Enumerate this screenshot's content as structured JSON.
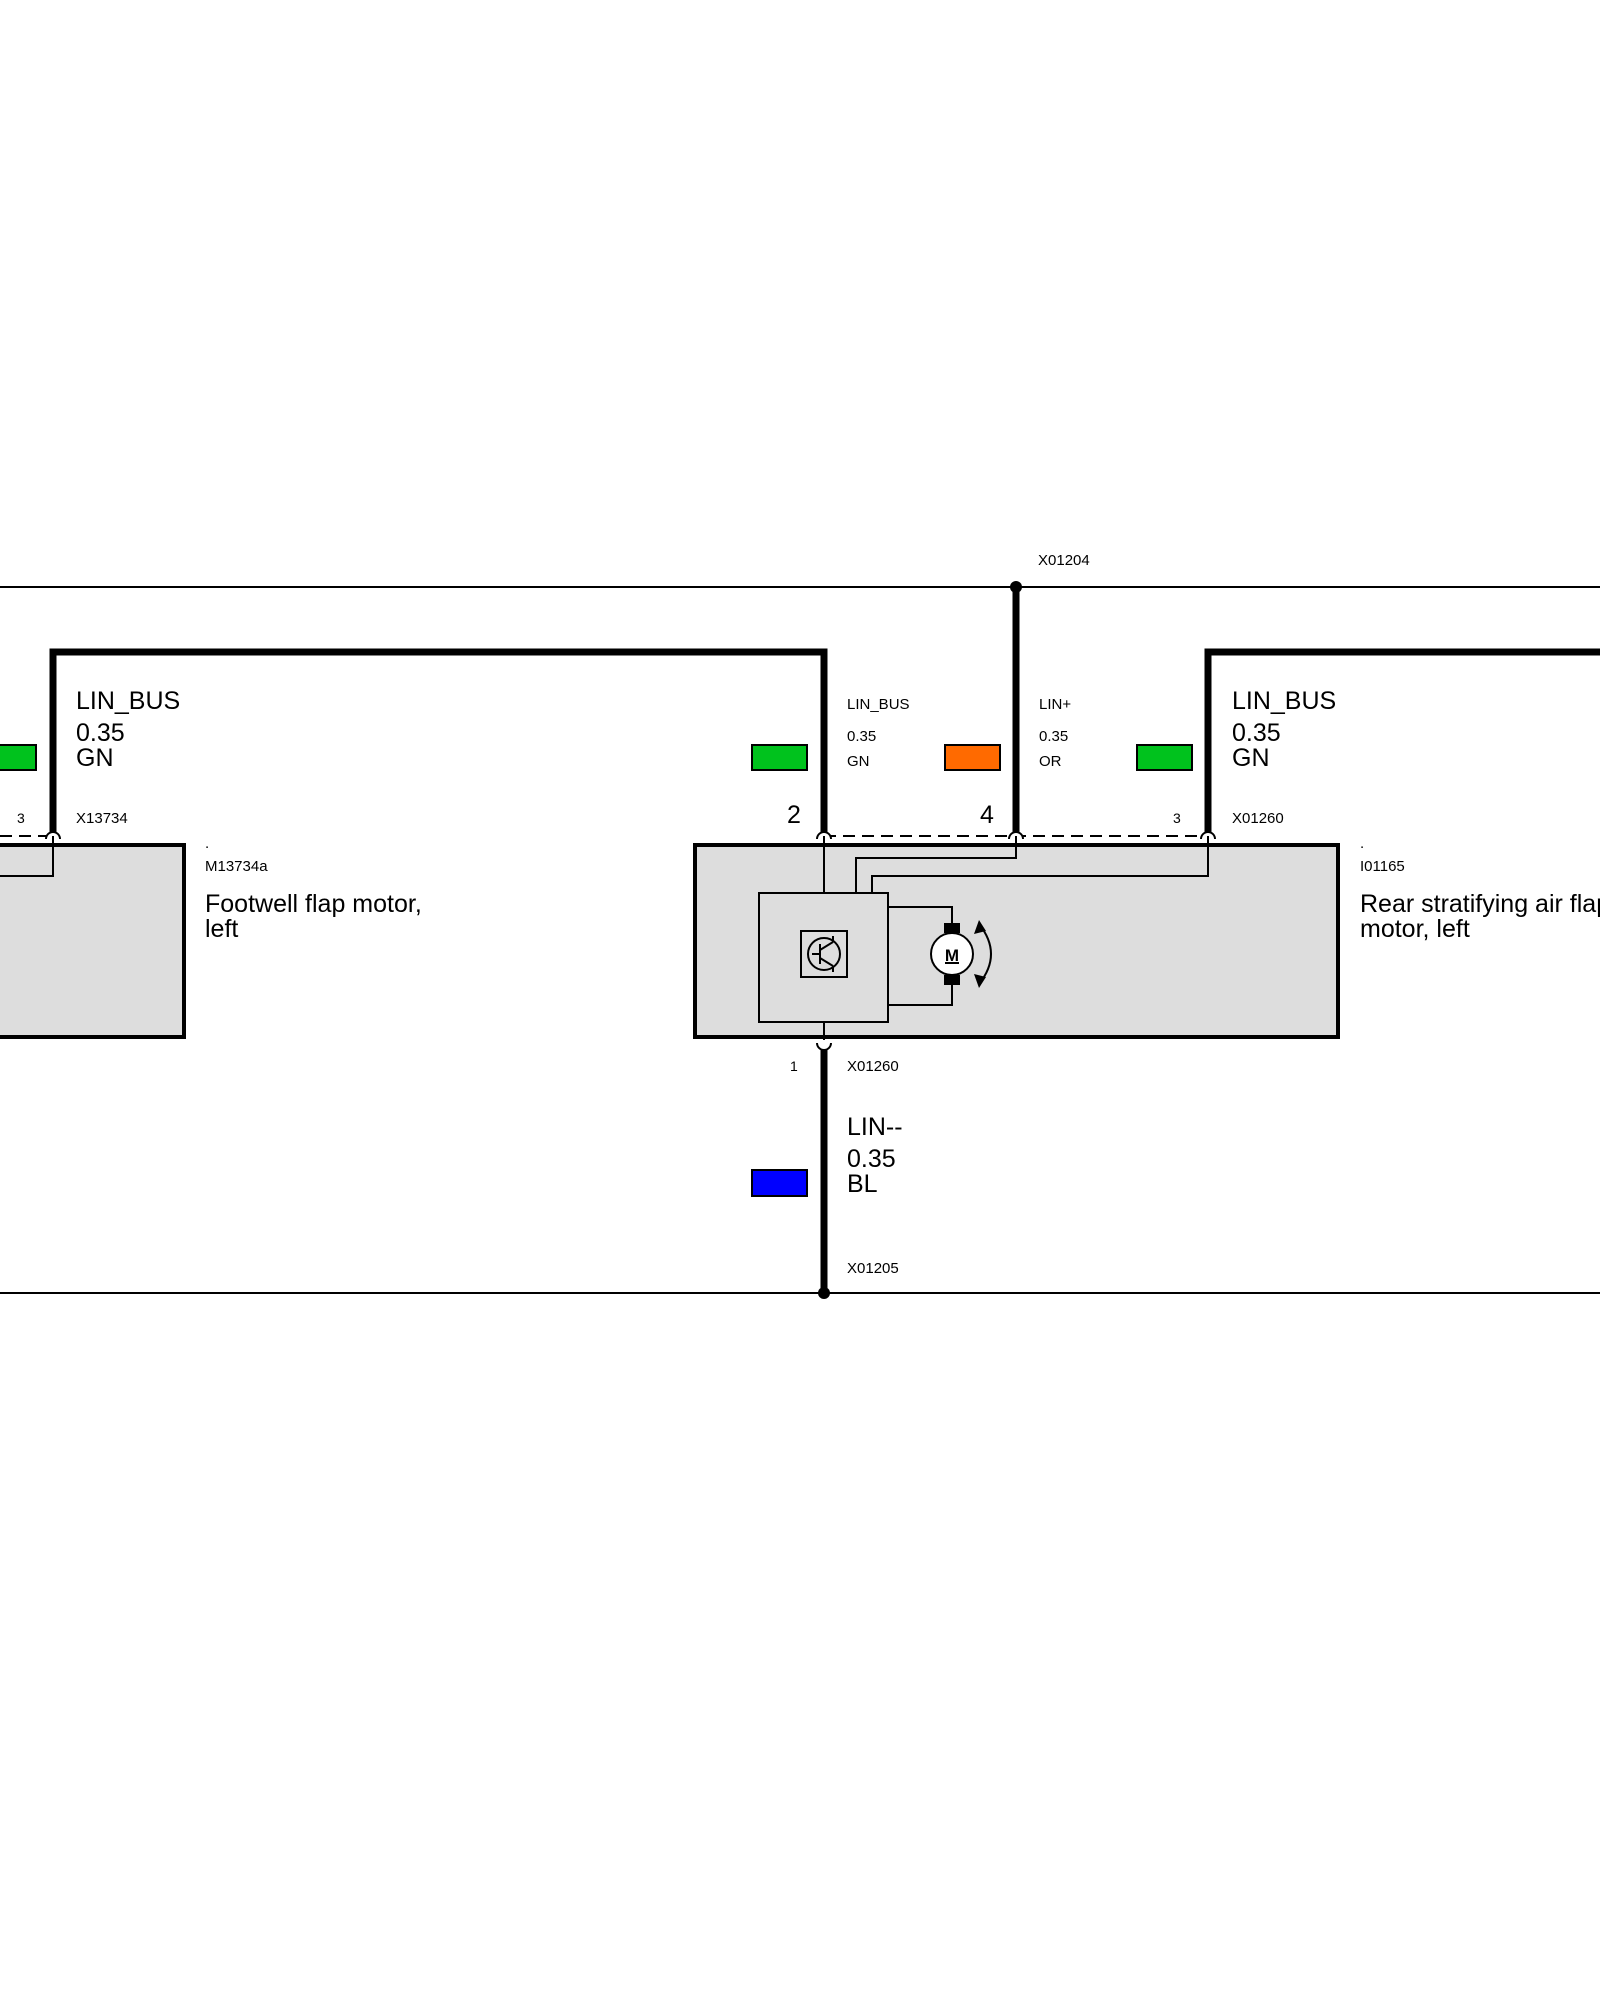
{
  "colors": {
    "GN": "#00c21d",
    "OR": "#ff6a00",
    "BL": "#0000ff",
    "component_fill": "#dddddd",
    "line": "#000000"
  },
  "buses": {
    "top_connector": "X01204",
    "bottom_connector": "X01205"
  },
  "components": {
    "left": {
      "dot": ".",
      "id": "M13734a",
      "name_line1": "Footwell flap motor,",
      "name_line2": "left",
      "connector": "X13734",
      "pin": "3"
    },
    "center": {
      "dot": ".",
      "id": "I01165",
      "name_line1": "Rear stratifying air flap",
      "name_line2": "motor, left",
      "connector_top": "X01260",
      "connector_bottom": "X01260",
      "pin_left": "2",
      "pin_mid": "4",
      "pin_right": "3",
      "pin_bottom": "1",
      "motor_symbol": "M"
    }
  },
  "wires": {
    "left_lin": {
      "signal": "LIN_BUS",
      "size": "0.35",
      "color": "GN"
    },
    "center_lin": {
      "signal": "LIN_BUS",
      "size": "0.35",
      "color": "GN"
    },
    "lin_plus": {
      "signal": "LIN+",
      "size": "0.35",
      "color": "OR"
    },
    "right_lin": {
      "signal": "LIN_BUS",
      "size": "0.35",
      "color": "GN"
    },
    "lin_minus": {
      "signal": "LIN--",
      "size": "0.35",
      "color": "BL"
    }
  },
  "icons": {
    "motor": "motor-icon",
    "transistor": "transistor-icon",
    "rotation": "rotation-arrow-icon"
  }
}
